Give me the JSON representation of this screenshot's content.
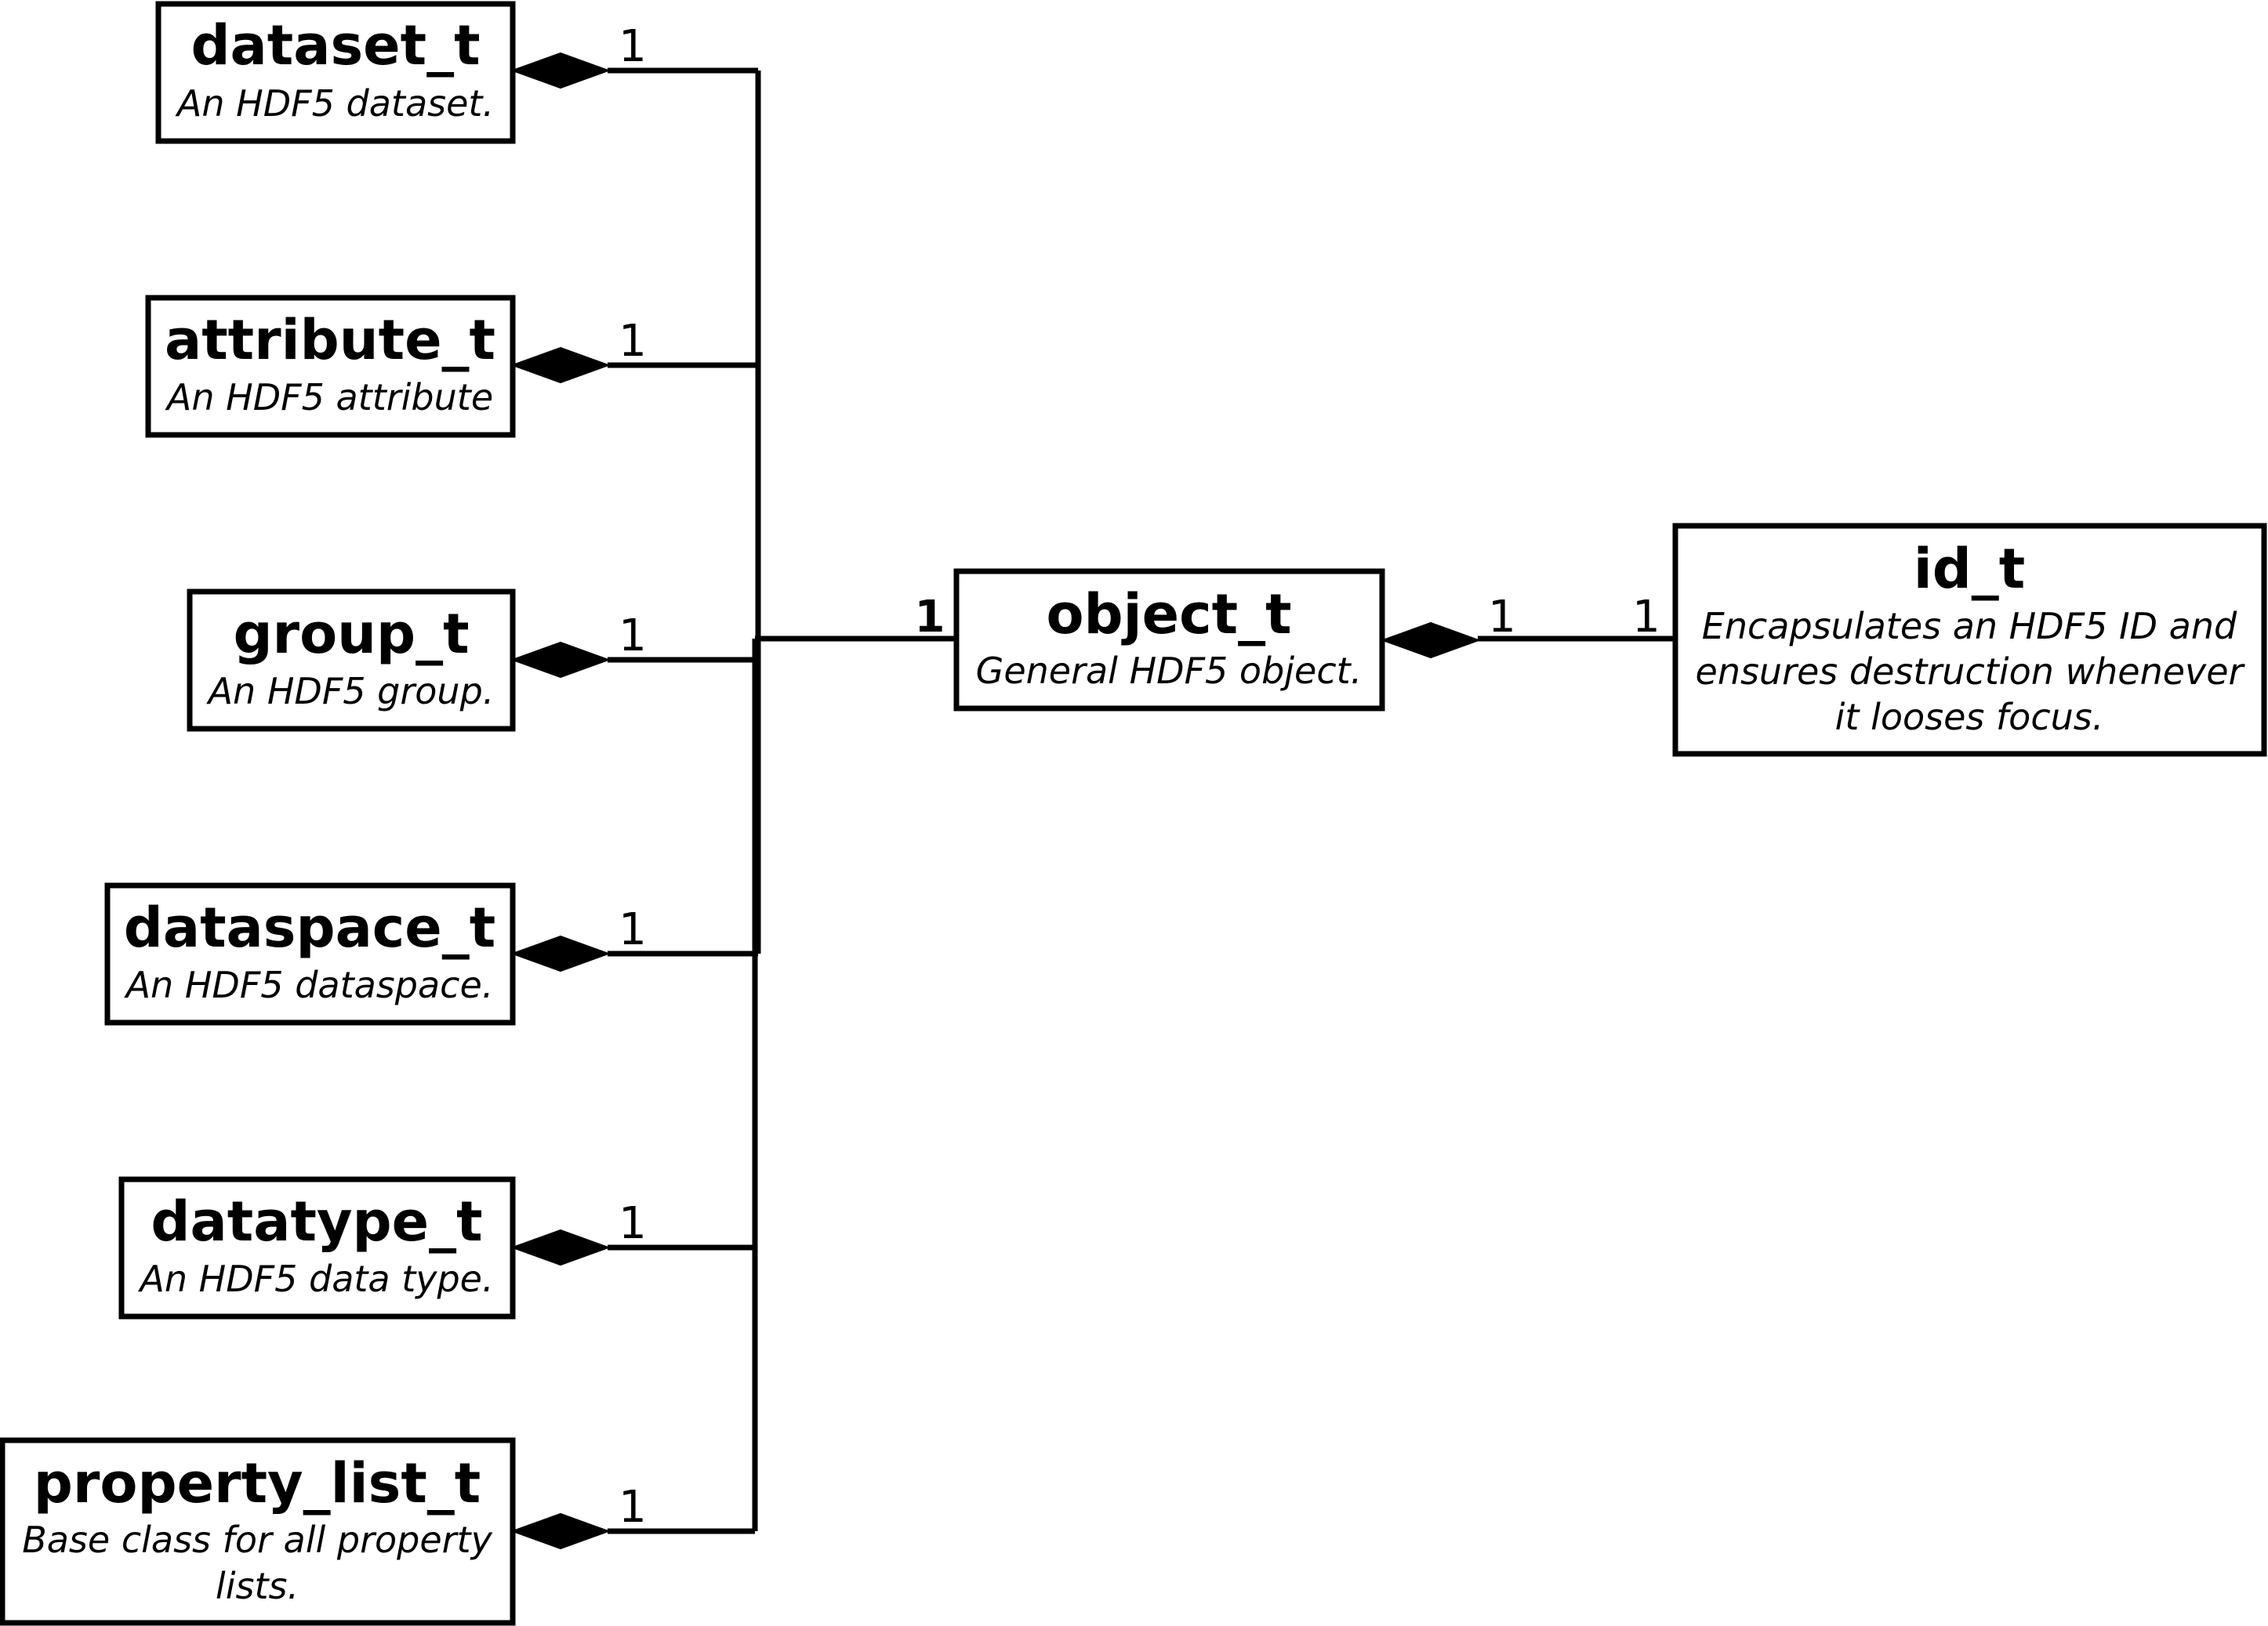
{
  "boxes": {
    "dataset": {
      "title": "dataset_t",
      "description": [
        "An HDF5 dataset."
      ]
    },
    "attribute": {
      "title": "attribute_t",
      "description": [
        "An HDF5 attribute"
      ]
    },
    "group": {
      "title": "group_t",
      "description": [
        "An HDF5 group."
      ]
    },
    "dataspace": {
      "title": "dataspace_t",
      "description": [
        "An HDF5 dataspace."
      ]
    },
    "datatype": {
      "title": "datatype_t",
      "description": [
        "An HDF5 data type."
      ]
    },
    "property_list": {
      "title": "property_list_t",
      "description": [
        "Base class for all property",
        "lists."
      ]
    },
    "object": {
      "title": "object_t",
      "description": [
        "General HDF5 object."
      ]
    },
    "id": {
      "title": "id_t",
      "description": [
        "Encapsulates an HDF5 ID and",
        "ensures destruction whenever",
        "it looses focus."
      ]
    }
  },
  "multiplicities": {
    "dataset": "1",
    "attribute": "1",
    "group": "1",
    "dataspace": "1",
    "datatype": "1",
    "property_list": "1",
    "object_left": "1",
    "object_right": "1",
    "id_left": "1"
  }
}
